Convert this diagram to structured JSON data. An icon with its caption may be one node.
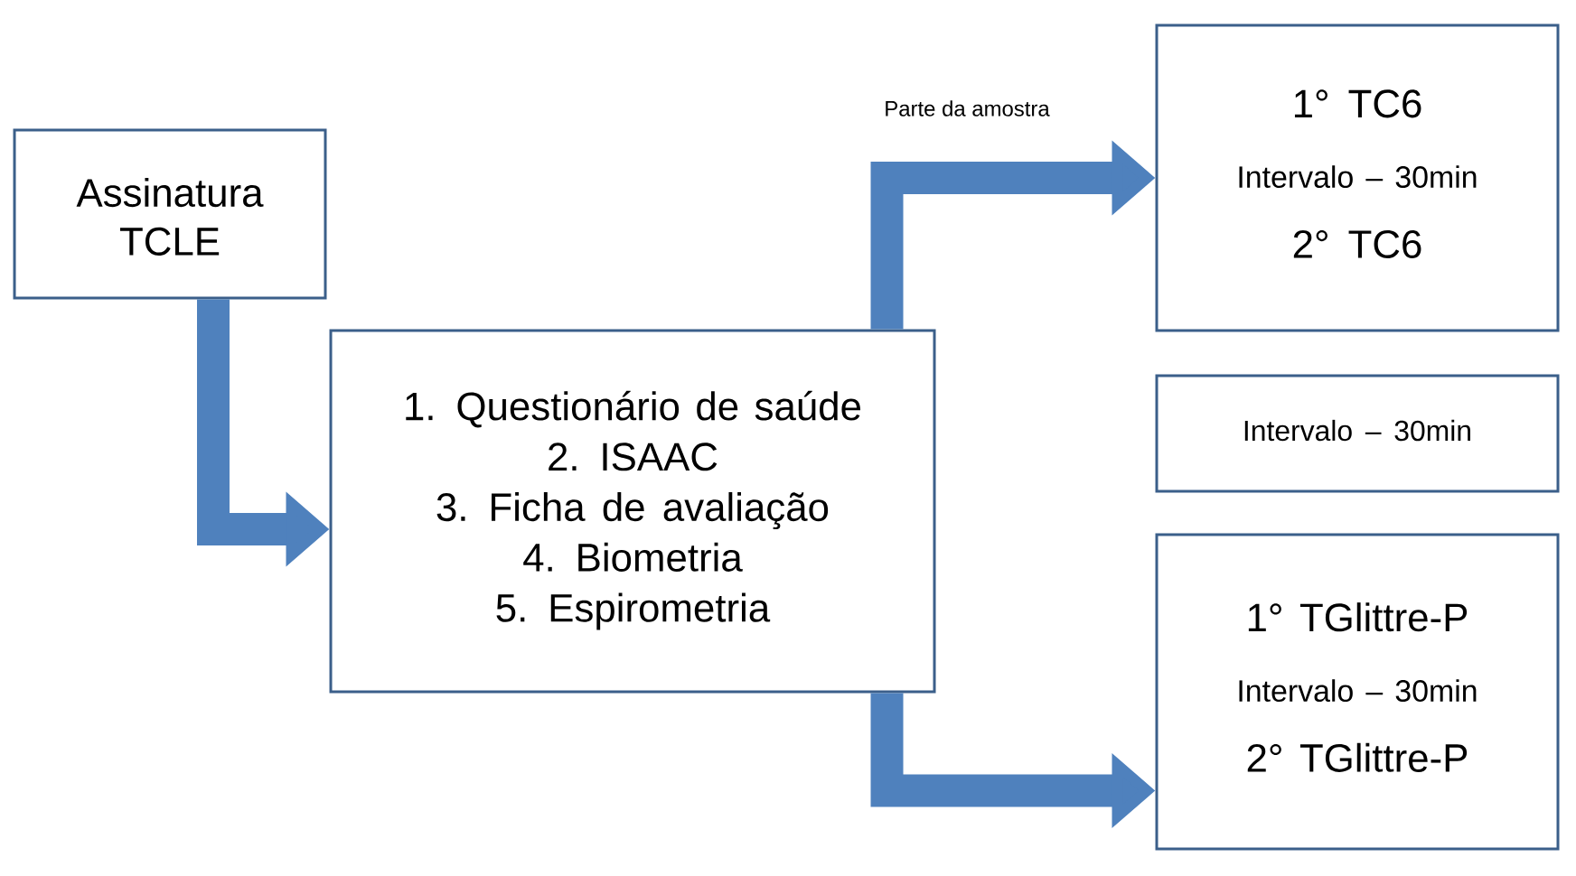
{
  "diagram": {
    "nodes": [
      {
        "text": [
          "Assinatura TCLE"
        ]
      },
      {
        "text": [
          "1. Questionário de saúde",
          "2. ISAAC",
          "3. Ficha de avaliação",
          "4. Biometria",
          "5. Espirometria"
        ]
      },
      {
        "text": [
          "1° TC6",
          "Intervalo – 30min",
          "2° TC6"
        ]
      },
      {
        "text": [
          "Intervalo – 30min"
        ]
      },
      {
        "text": [
          "1° TGlittre-P",
          "Intervalo – 30min",
          "2° TGlittre-P"
        ]
      }
    ],
    "edges": [
      {
        "from": 0,
        "to": 1,
        "arrow": "to"
      },
      {
        "from": 1,
        "to": 2,
        "arrow": "to",
        "label": "Parte da amostra"
      },
      {
        "from": 1,
        "to": 4,
        "arrow": "to"
      }
    ]
  }
}
